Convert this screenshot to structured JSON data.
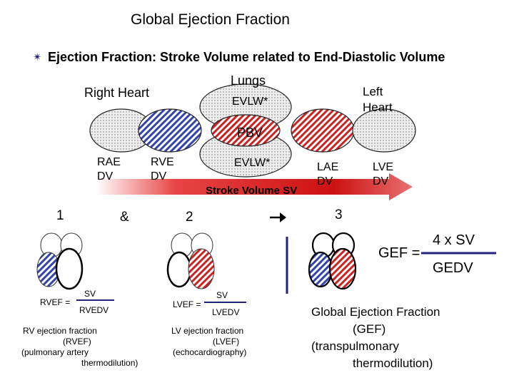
{
  "title": "Global Ejection Fraction",
  "bullet": "Ejection Fraction: Stroke Volume related to End-Diastolic Volume",
  "diagram": {
    "lungs": "Lungs",
    "right_heart": "Right Heart",
    "left_heart": "Left Heart",
    "evlw_top": "EVLW*",
    "pbv": "PBV",
    "evlw_mid": "EVLW*",
    "rae": "RAE",
    "rae_dv": "DV",
    "rve": "RVE",
    "rve_dv": "DV",
    "lae": "LAE",
    "lae_dv": "DV",
    "lve": "LVE",
    "lve_dv": "DV",
    "stroke_volume": "Stroke Volume SV"
  },
  "steps": {
    "one": "1",
    "amp": "&",
    "two": "2",
    "three": "3"
  },
  "rvef": {
    "label": "RVEF =",
    "numerator": "SV",
    "denominator": "RVEDV",
    "caption_line1": "RV ejection fraction",
    "caption_line2": "(RVEF)",
    "caption_line3": "(pulmonary artery",
    "caption_line4": "thermodilution)"
  },
  "lvef": {
    "label": "LVEF =",
    "numerator": "SV",
    "denominator": "LVEDV",
    "caption_line1": "LV ejection fraction",
    "caption_line2": "(LVEF)",
    "caption_line3": "(echocardiography)"
  },
  "gef": {
    "label": "GEF =",
    "numerator": "4 x SV",
    "denominator": "GEDV",
    "caption_line1": "Global Ejection Fraction",
    "caption_line2": "(GEF)",
    "caption_line3": "(transpulmonary",
    "caption_line4": "thermodilution)"
  },
  "colors": {
    "red": "#cc2222",
    "blue": "#3344aa",
    "navy": "#22227a"
  }
}
